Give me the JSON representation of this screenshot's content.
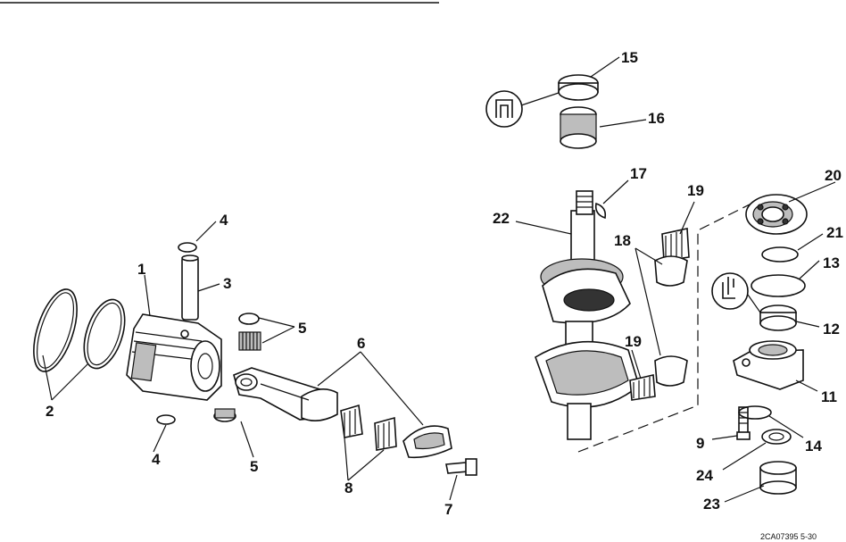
{
  "callouts": {
    "c1": "1",
    "c2": "2",
    "c3": "3",
    "c4a": "4",
    "c4b": "4",
    "c5a": "5",
    "c5b": "5",
    "c6": "6",
    "c7": "7",
    "c8": "8",
    "c9": "9",
    "c11": "11",
    "c12": "12",
    "c13": "13",
    "c14": "14",
    "c15": "15",
    "c16": "16",
    "c17": "17",
    "c18": "18",
    "c19a": "19",
    "c19b": "19",
    "c20": "20",
    "c21": "21",
    "c22": "22",
    "c23": "23",
    "c24": "24"
  },
  "footer_code": "2CA07395   5-30"
}
